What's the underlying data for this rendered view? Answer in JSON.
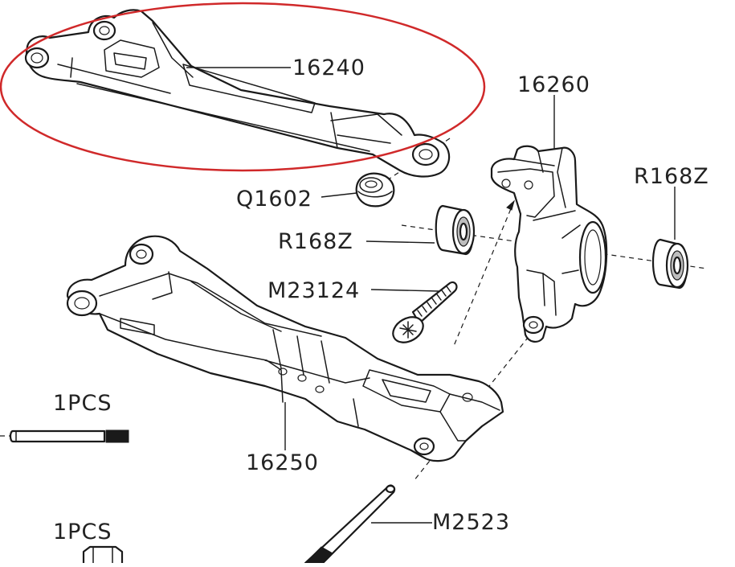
{
  "diagram": {
    "highlight_color": "#d0292a",
    "line_color": "#1a1a1a",
    "labels": {
      "part_16240": "16240",
      "part_16260": "16260",
      "part_r168z_right": "R168Z",
      "part_q1602": "Q1602",
      "part_r168z_left": "R168Z",
      "part_m23124": "M23124",
      "part_16250": "16250",
      "part_m2523": "M2523",
      "qty_pin": "1PCS",
      "qty_bottom": "1PCS"
    }
  }
}
